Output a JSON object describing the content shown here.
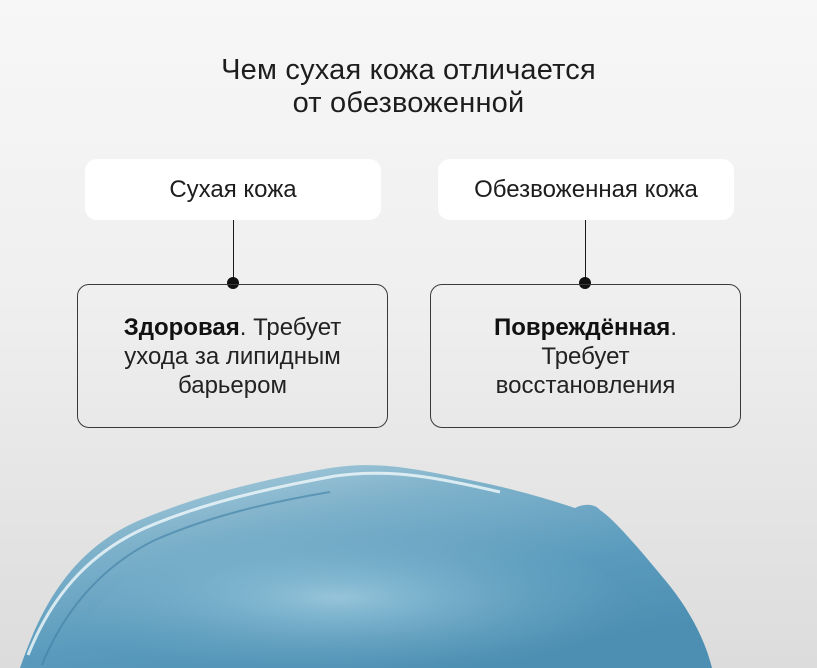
{
  "title": {
    "line1": "Чем сухая кожа отличается",
    "line2": "от обезвоженной"
  },
  "left": {
    "label": "Сухая кожа",
    "bold": "Здоровая",
    "rest_line1": ". Требует",
    "rest_line2": "ухода за липидным",
    "rest_line3": "барьером"
  },
  "right": {
    "label": "Обезвоженная кожа",
    "bold": "Повреждённая",
    "rest_line1": ".",
    "rest_line2": "Требует",
    "rest_line3": "восстановления"
  },
  "colors": {
    "background_top": "#f7f7f7",
    "background_bottom": "#dcdcdc",
    "pill": "#ffffff",
    "card_border": "#3a3a3a",
    "blob_blue": "#5f9fbd"
  }
}
